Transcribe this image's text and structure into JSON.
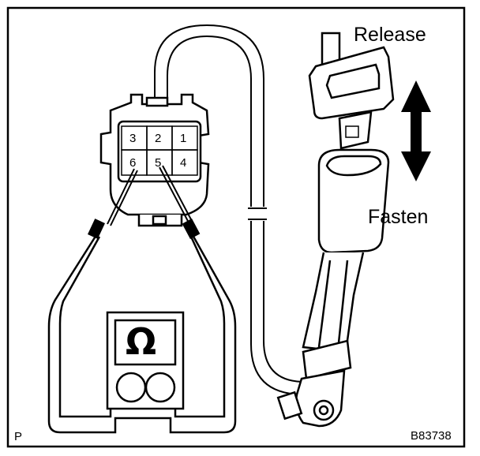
{
  "labels": {
    "release": "Release",
    "fasten": "Fasten",
    "corner_mark": "P",
    "figure_code": "B83738"
  },
  "connector": {
    "terminals": [
      "3",
      "2",
      "1",
      "6",
      "5",
      "4"
    ]
  },
  "meter": {
    "symbol": "Ω"
  },
  "icons": {
    "ohmmeter": "ohmmeter-icon",
    "arrow": "double-arrow-icon",
    "buckle": "seat-belt-buckle-icon",
    "tongue": "seat-belt-tongue-icon"
  }
}
